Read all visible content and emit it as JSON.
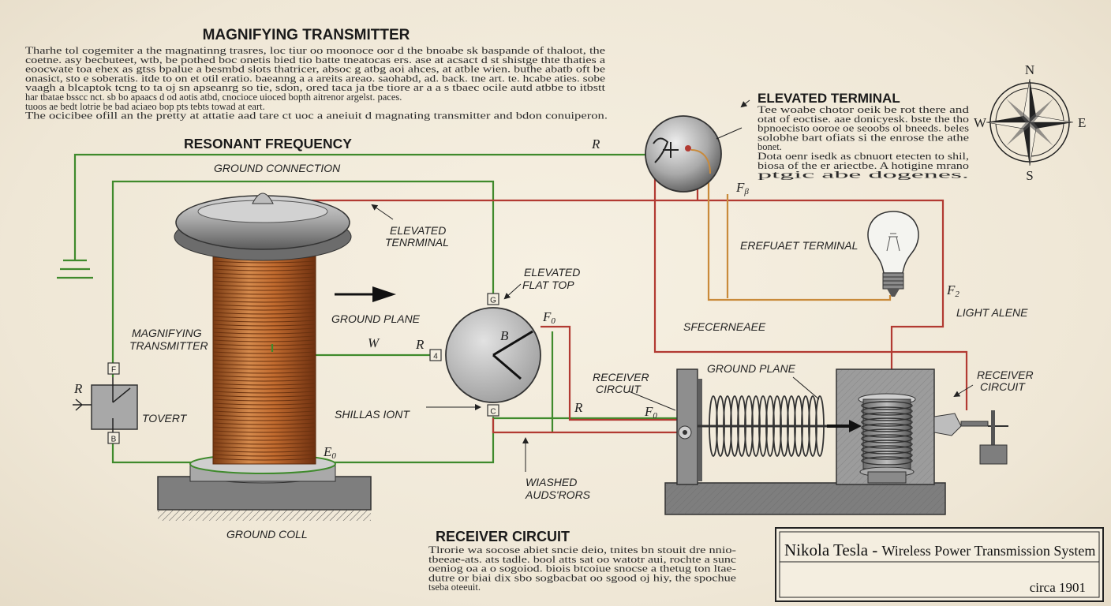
{
  "titles": {
    "magnifying_transmitter": "MAGNIFYING TRANSMITTER",
    "resonant_frequency": "RESONANT FREQUENCY",
    "elevated_terminal": "ELEVATED TERMINAL",
    "receiver_circuit": "RECEIVER CIRCUIT"
  },
  "paragraphs": {
    "top": [
      "Tharhe tol cogemiter a the magnatinng trasres, loc tiur oo moonoce oor d the bnoabe sk baspande of thaloot, the",
      "coetne. asy becbuteet, wtb, be pothed boc onetis bied tio batte tneatocas ers. ase at acsact d st shistge thte thaties a",
      "eoocwate toa ehex as gtss bpalue a besmbd slots thatricer, absoc g atbg aoi ahces, at atble wien. buthe abatb oft be",
      "onasict, sto e soberatis. itde to on et otil eratio. baeanng a a areits areao. saohabd, ad. back. tne art. te. hcabe aties. sobe",
      "vaagh a blcaptok tcng to ta oj sn apseanrg so tie, sdon, ored taca ja tbe tiore ar a a s tbaec ocile autd atbbe to itbstt",
      "har tbatae bsscc nct. sb bo apaacs d od aotis atbd, cnocioce uioced bopth aitrenor argelst. paces.",
      "tuoos ae bedt lotrie be bad aciaeo bop pts tebts towad at eart.",
      "The ocicibee ofill an the pretty at attatie aad tare ct uoc a aneiuit d magnating transmitter and bdon conuiperon."
    ],
    "elevated": [
      "Tee woabe chotor oeik be rot there and",
      "otat of eoctise. aae donicyesk. bste the tho",
      "bpnoecisto ooroe oe seoobs ol bneeds. beles",
      "solobhe bart ofiats si the enrose the athe",
      "bonet.",
      "Dota oenr isedk as cbnuort etecten to shil,",
      "biosa of the er ariectbe. A hotigine mrano",
      "ptgic abe dogenes."
    ],
    "receiver": [
      "Tlrorie wa socose abiet sncie deio, tnites bn stouit dre nnio-",
      "tbeeae-ats. ats tadle. bool atts sat oo watotr aui, rochte a sunc",
      "oeniog oa a o sogoiod. biois btcoiue snocse a thetug ton ltae-",
      "dutre or biai dix sbo sogbacbat oo sgood oj hiy, the spochue",
      "tseba oteeuit."
    ]
  },
  "labels": {
    "ground_connection": "GROUND CONNECTION",
    "elevated_terminal_1": "ELEVATED",
    "elevated_terminal_2": "TENRMINAL",
    "elevated_flat_top_1": "ELEVATED",
    "elevated_flat_top_2": "FLAT TOP",
    "ground_plane_left": "GROUND PLANE",
    "magnifying_transmitter_1": "MAGNIFYING",
    "magnifying_transmitter_2": "TRANSMITTER",
    "tovert": "TOVERT",
    "shillas_iont": "SHILLAS IONT",
    "ground_coll": "GROUND COLL",
    "wiashed_1": "WIASHED",
    "wiashed_2": "AUDS'RORS",
    "eregfuaet_terminal": "EREFUAET TERMINAL",
    "sfecerneaee": "SFECERNEAEE",
    "light_alene": "LIGHT ALENE",
    "receiver_circuit_mid_1": "RECEIVER",
    "receiver_circuit_mid_2": "CIRCUIT",
    "ground_plane_right": "GROUND PLANE",
    "receiver_circuit_right_1": "RECEIVER",
    "receiver_circuit_right_2": "CIRCUIT"
  },
  "variables": {
    "r_top": "R",
    "r_left": "R",
    "w_mid": "W",
    "r_mid": "R",
    "f0_mid": "F",
    "f0_mid_sub": "0",
    "b_dial": "B",
    "e0": "E",
    "e0_sub": "0",
    "r_low": "R",
    "f0_low": "F",
    "f0_low_sub": "0",
    "fb": "F",
    "fb_sub": "β",
    "f2": "F",
    "f2_sub": "2"
  },
  "small_boxes": {
    "g_top": "G",
    "num4": "4",
    "c_bottom": "C",
    "f_box": "F",
    "b_box": "B"
  },
  "compass": {
    "n": "N",
    "s": "S",
    "e": "E",
    "w": "W"
  },
  "cartouche": {
    "author": "Nikola Tesla - ",
    "system": "Wireless Power Transmission System",
    "date": "circa 1901"
  },
  "colors": {
    "green_wire": "#3f8a2c",
    "red_wire": "#b23a32",
    "copper": "#b8642b",
    "steel": "#8e8e8e"
  }
}
